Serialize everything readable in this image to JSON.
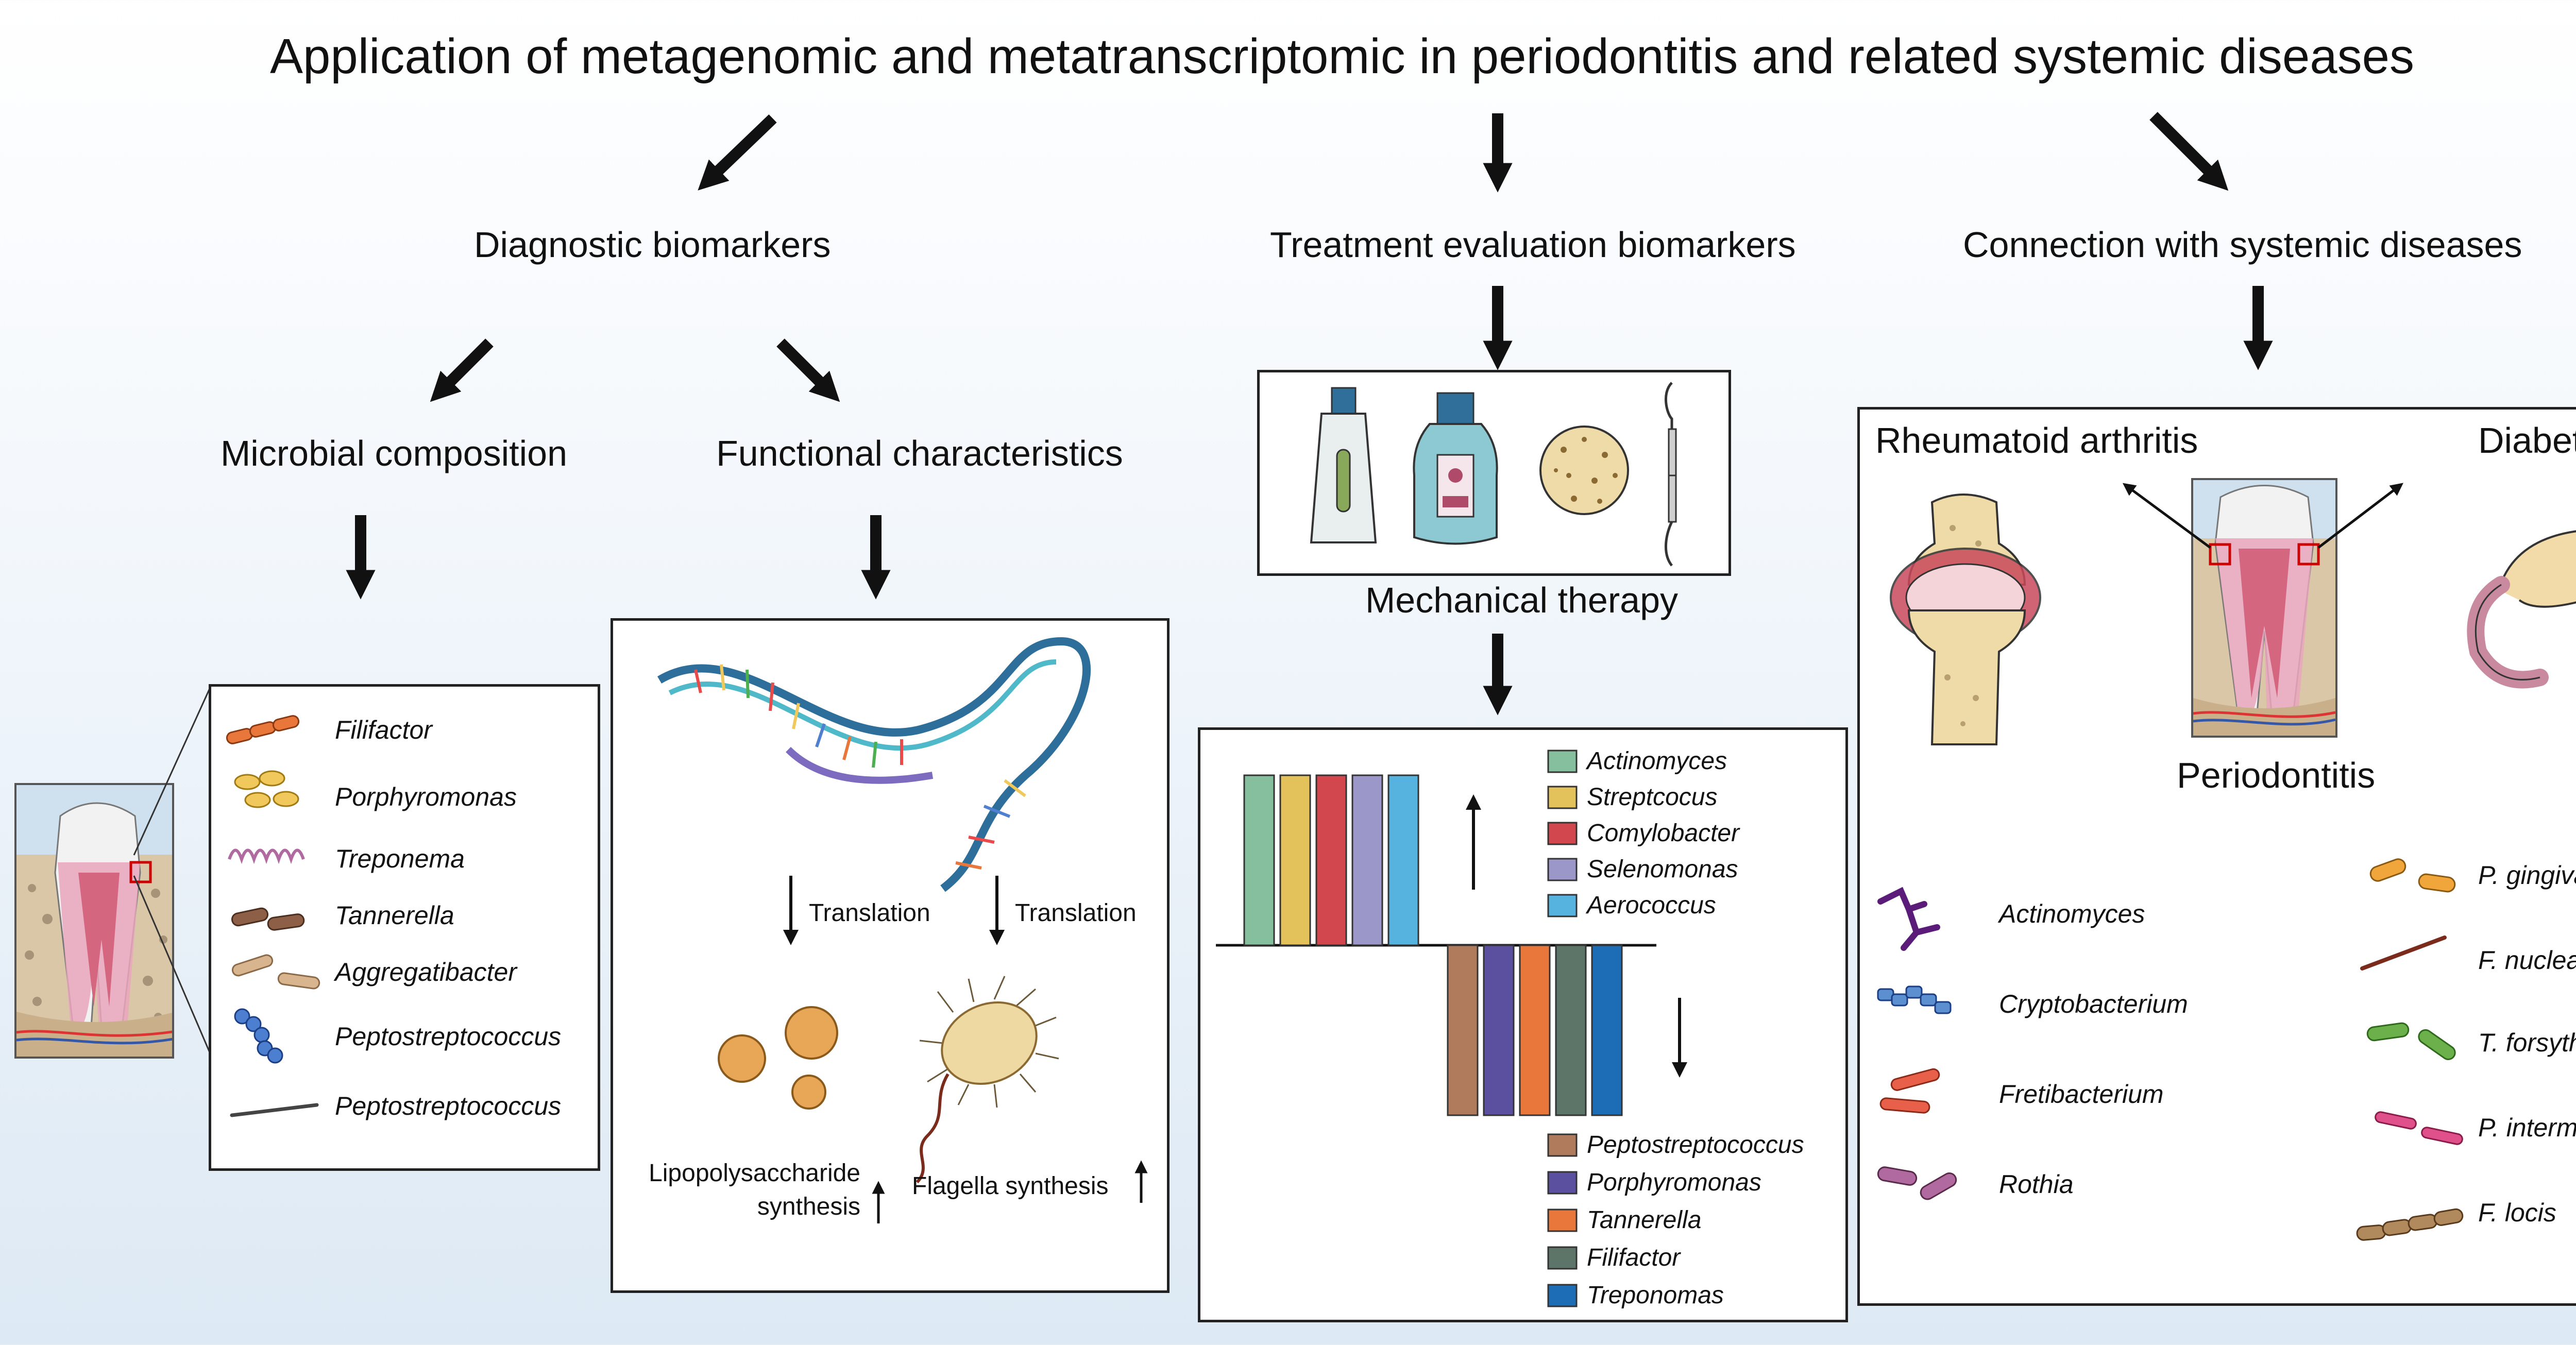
{
  "title": "Application of metagenomic and metatranscriptomic in periodontitis and related systemic diseases",
  "branches": {
    "diagnostic": "Diagnostic biomarkers",
    "treatment": "Treatment evaluation biomarkers",
    "systemic": "Connection with systemic diseases"
  },
  "diagnostic": {
    "microbial": "Microbial composition",
    "functional": "Functional characteristics",
    "bacteria": [
      "Filifactor",
      "Porphyromonas",
      "Treponema",
      "Tannerella",
      "Aggregatibacter",
      "Peptostreptococcus",
      "Peptostreptococcus"
    ],
    "translation1": "Translation",
    "translation2": "Translation",
    "lps": [
      "Lipopolysaccharide",
      "synthesis"
    ],
    "flagella": "Flagella synthesis"
  },
  "treatment": {
    "mechanical": "Mechanical therapy",
    "up_legend": [
      "Actinomyces",
      "Streptcocus",
      "Comylobacter",
      "Selenomonas",
      "Aerococcus"
    ],
    "down_legend": [
      "Peptostreptococcus",
      "Porphyromonas",
      "Tannerella",
      "Filifactor",
      "Treponomas"
    ],
    "up_colors": [
      "#86bf9d",
      "#e3c25c",
      "#d2464d",
      "#9b98c9",
      "#56b2df"
    ],
    "down_colors": [
      "#b07a5c",
      "#5b4fa0",
      "#e9763a",
      "#5d7569",
      "#1c6cb6"
    ]
  },
  "systemic": {
    "ra": "Rheumatoid arthritis",
    "diabetes": "Diabetes",
    "periodontitis": "Periodontitis",
    "left_bacteria": [
      "Actinomyces",
      "Cryptobacterium",
      "Fretibacterium",
      "Rothia"
    ],
    "right_bacteria": [
      "P. gingivalis",
      "F. nucleatum",
      "T. forsythia",
      "P. intermedia",
      "F. locis"
    ]
  }
}
